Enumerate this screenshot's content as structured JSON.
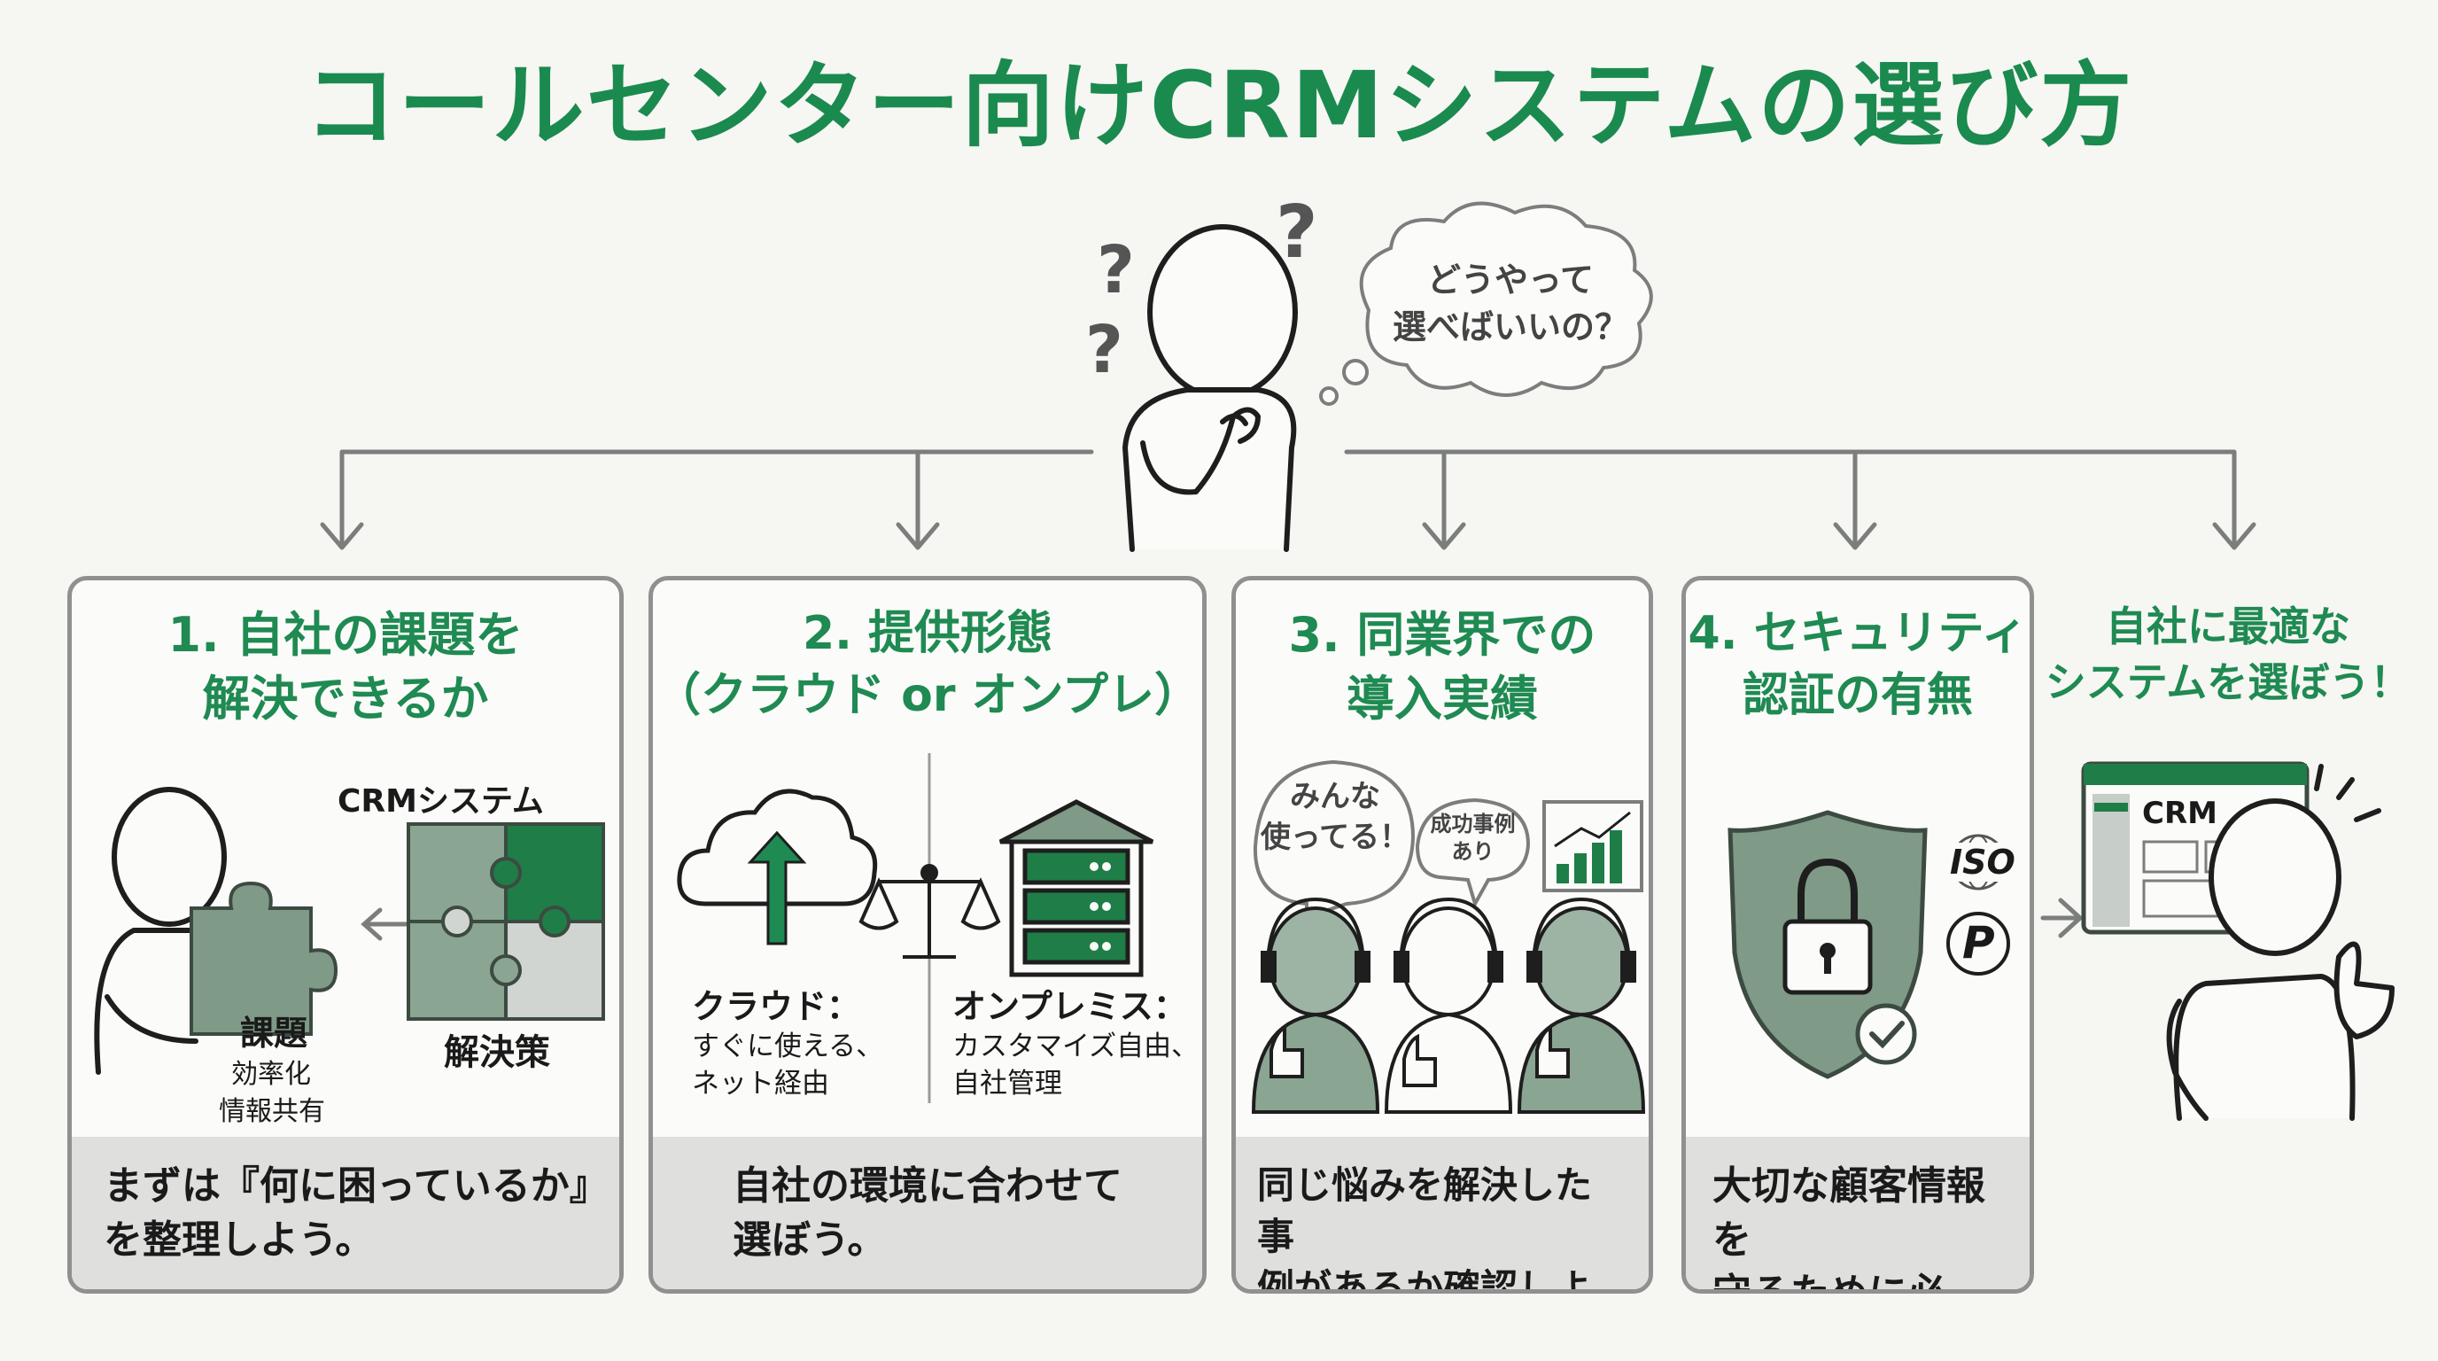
{
  "title": "コールセンター向けCRMシステムの選び方",
  "thought": {
    "line1": "どうやって",
    "line2": "選べばいいの？",
    "marks": [
      "?",
      "?",
      "?"
    ]
  },
  "cards": [
    {
      "title1": "1. 自社の課題を",
      "title2": "解決できるか",
      "crm_label": "CRMシステム",
      "issue_label": "課題",
      "issue_sub1": "効率化",
      "issue_sub2": "情報共有",
      "solution_label": "解決策",
      "footer1": "まずは『何に困っているか』",
      "footer2": "を整理しよう。"
    },
    {
      "title1": "2. 提供形態",
      "title2": "（クラウド or オンプレ）",
      "cloud_label": "クラウド：",
      "cloud_desc1": "すぐに使える、",
      "cloud_desc2": "ネット経由",
      "onprem_label": "オンプレミス：",
      "onprem_desc1": "カスタマイズ自由、",
      "onprem_desc2": "自社管理",
      "footer1": "自社の環境に合わせて",
      "footer2": "選ぼう。"
    },
    {
      "title1": "3. 同業界での",
      "title2": "導入実績",
      "bubble1_line1": "みんな",
      "bubble1_line2": "使ってる！",
      "bubble2_line1": "成功事例",
      "bubble2_line2": "あり",
      "footer1": "同じ悩みを解決した事",
      "footer2": "例があるか確認しよう。"
    },
    {
      "title1": "4. セキュリティ",
      "title2": "認証の有無",
      "iso_label": "ISO",
      "privacy_label": "P",
      "footer1": "大切な顧客情報を",
      "footer2": "守るために必須。"
    }
  ],
  "final": {
    "title1": "自社に最適な",
    "title2": "システムを選ぼう！",
    "screen_label": "CRM"
  },
  "colors": {
    "brand_green": "#1b8a4e",
    "icon_gray": "#7f9a86",
    "border_gray": "#8e918f",
    "footer_gray": "#dfe0de"
  }
}
